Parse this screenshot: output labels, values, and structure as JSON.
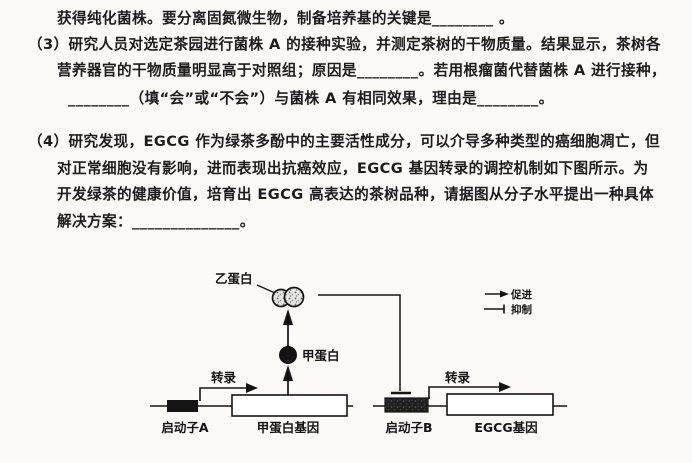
{
  "page": {
    "background_color": "#faf9f6",
    "text_color": "#1c1c1c"
  },
  "doc": {
    "lines": [
      "获得纯化菌株。要分离固氮微生物，制备培养基的关键是________ 。",
      "（3）研究人员对选定茶园进行菌株 A 的接种实验，并测定茶树的干物质量。结果显示，茶树各",
      "营养器官的干物质量明显高于对照组；原因是________。若用根瘤菌代替菌株 A 进行接种，",
      "________（填“会”或“不会”）与菌株 A 有相同效果，理由是________。",
      "（4）研究发现，EGCG 作为绿茶多酚中的主要活性成分，可以介导多种类型的癌细胞凋亡，但",
      "对正常细胞没有影响，进而表现出抗癌效应，EGCG 基因转录的调控机制如下图所示。为",
      "开发绿茶的健康价值，培育出 EGCG 高表达的茶树品种，请据图从分子水平提出一种具体",
      "解决方案：______________。"
    ]
  },
  "diagram": {
    "protein_b_label": "乙蛋白",
    "protein_a_label": "甲蛋白",
    "transcribe_left_label": "转录",
    "transcribe_right_label": "转录",
    "promoter_a_label": "启动子A",
    "protein_a_gene_label": "甲蛋白基因",
    "promoter_b_label": "启动子B",
    "egcg_gene_label": "EGCG基因",
    "legend": {
      "promote": "促进",
      "inhibit": "抑制"
    }
  }
}
